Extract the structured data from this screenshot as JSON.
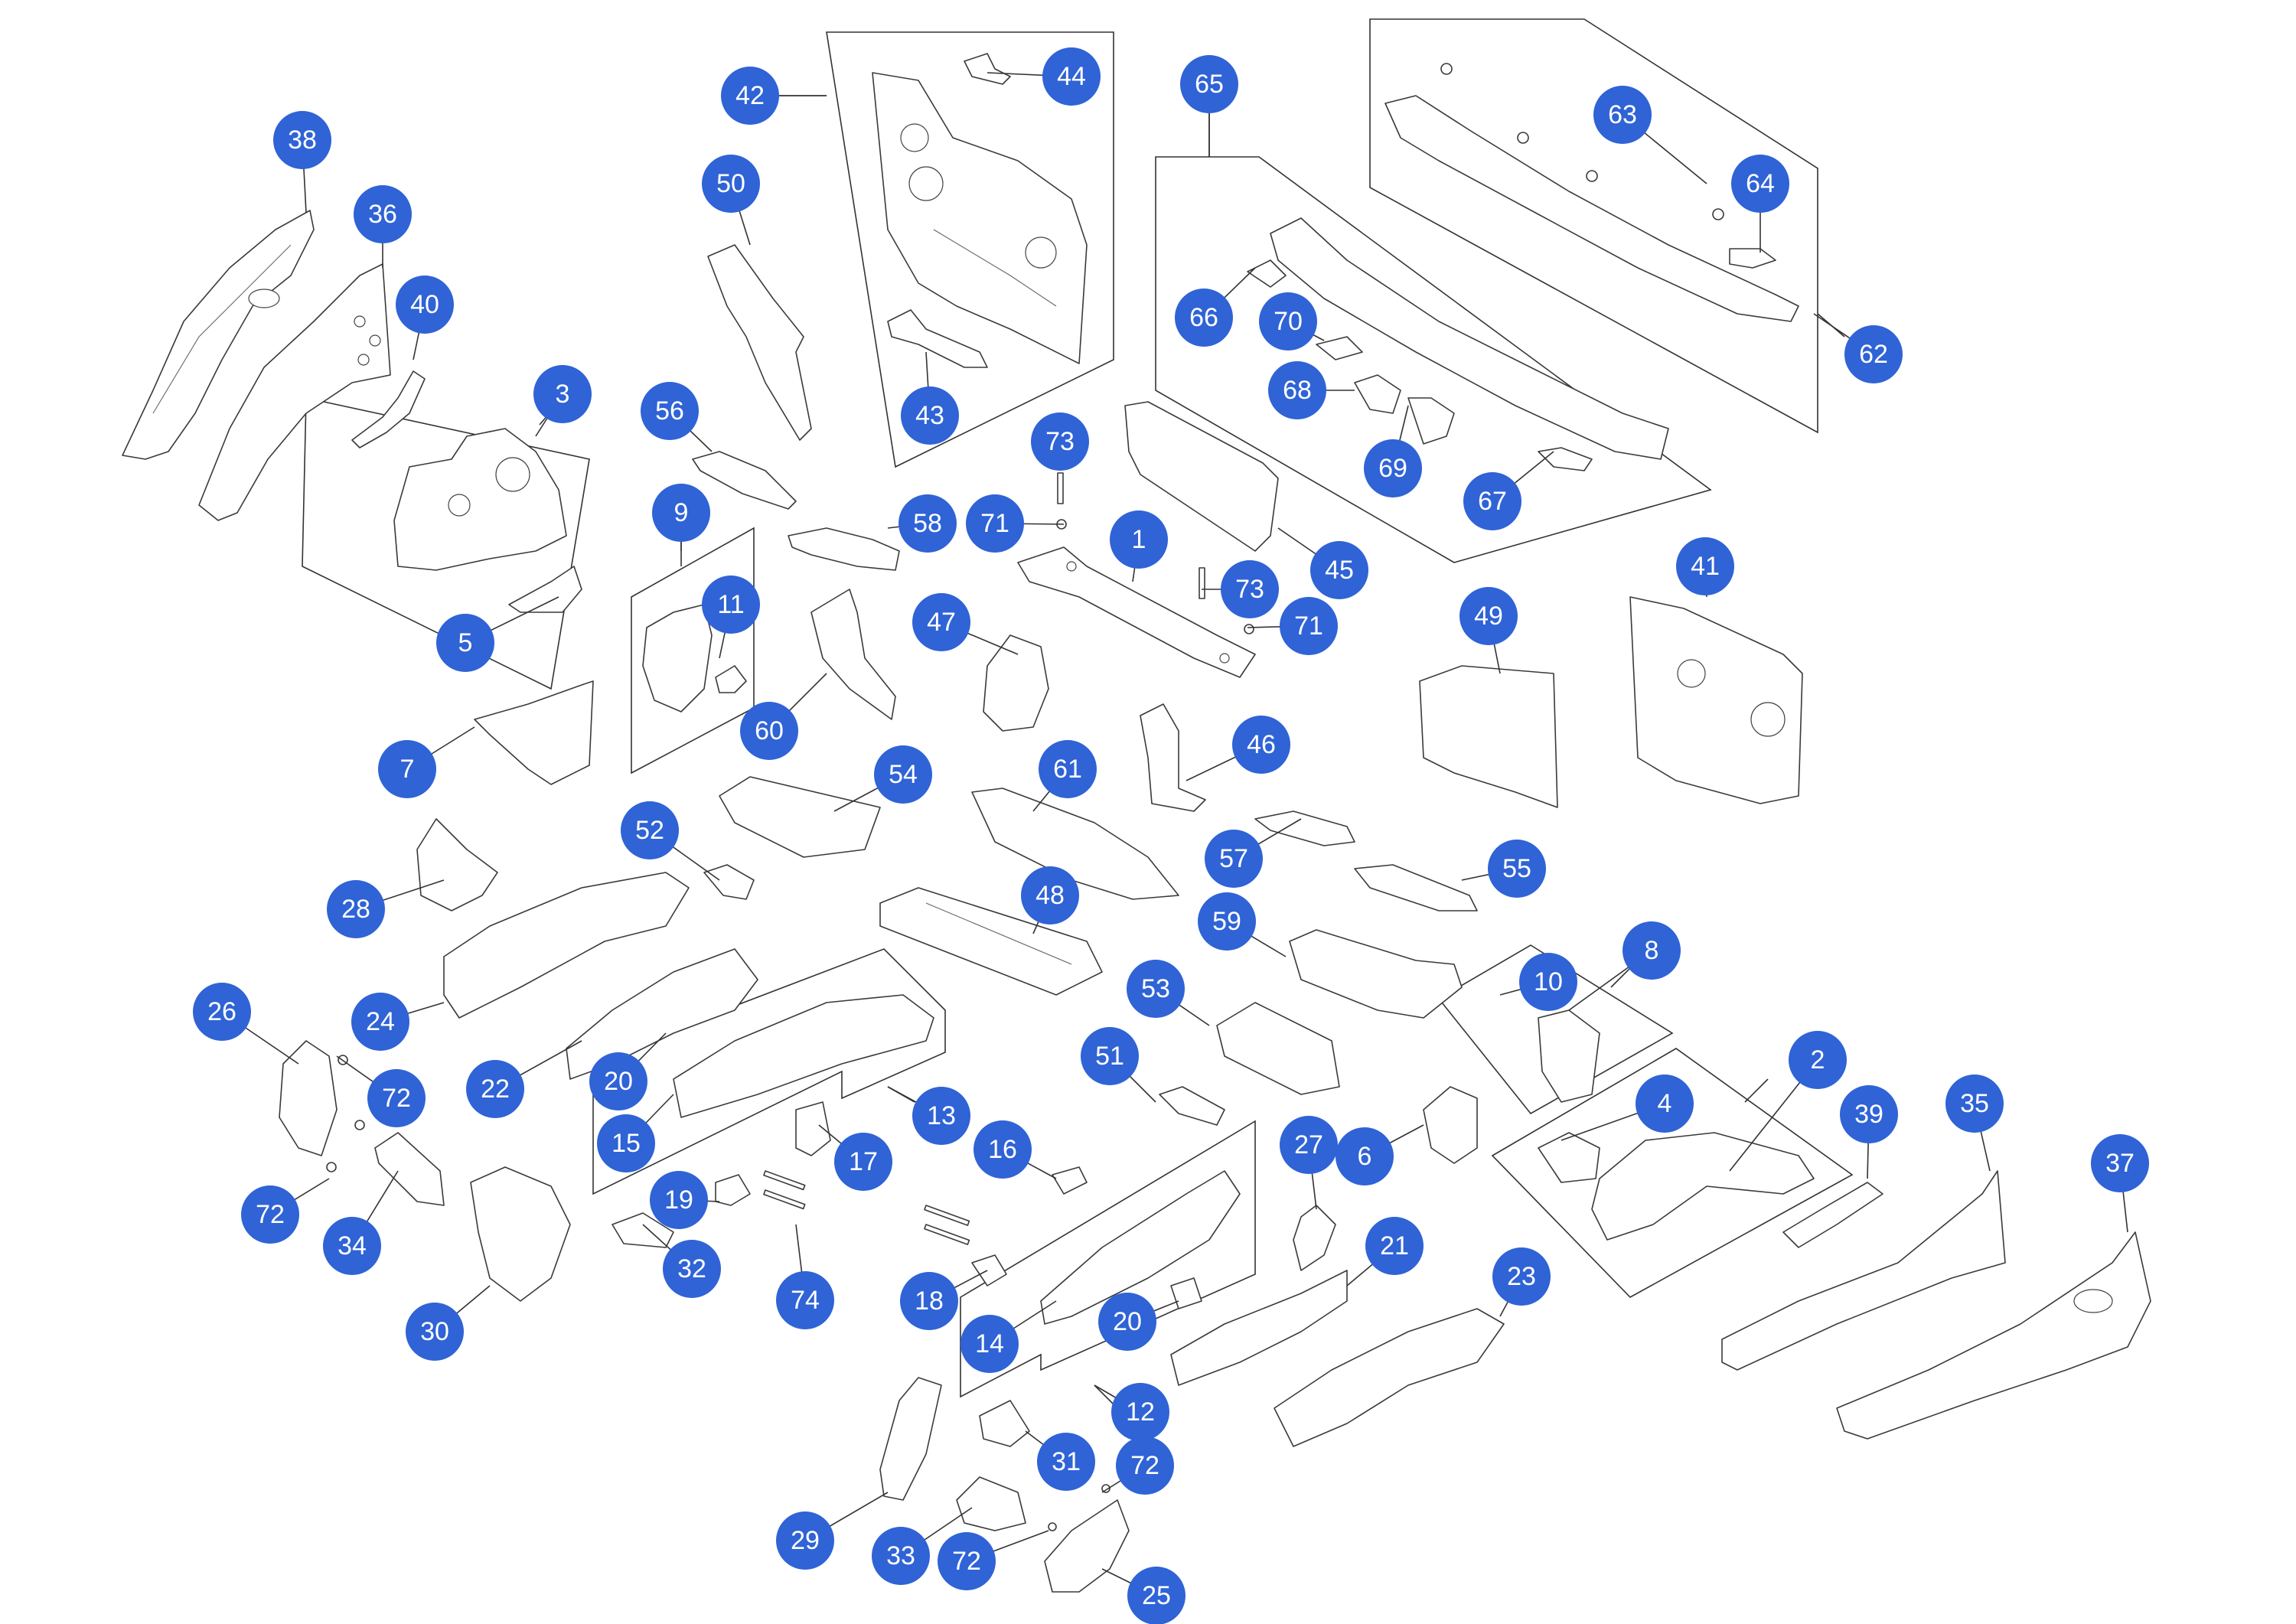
{
  "callouts": [
    {
      "label": "38",
      "to": [
        400,
        278
      ]
    },
    {
      "label": "36",
      "to": [
        500,
        350
      ]
    },
    {
      "label": "40",
      "to": [
        540,
        470
      ]
    },
    {
      "label": "3",
      "to": [
        700,
        570
      ]
    },
    {
      "label": "5",
      "to": [
        730,
        780
      ]
    },
    {
      "label": "7",
      "to": [
        620,
        950
      ]
    },
    {
      "label": "42",
      "to": [
        1080,
        125
      ]
    },
    {
      "label": "44",
      "to": [
        1290,
        95
      ]
    },
    {
      "label": "43",
      "to": [
        1210,
        460
      ]
    },
    {
      "label": "50",
      "to": [
        980,
        320
      ]
    },
    {
      "label": "56",
      "to": [
        930,
        590
      ]
    },
    {
      "label": "58",
      "to": [
        1160,
        690
      ]
    },
    {
      "label": "9",
      "to": [
        890,
        720
      ]
    },
    {
      "label": "11",
      "to": [
        940,
        860
      ]
    },
    {
      "label": "60",
      "to": [
        1080,
        880
      ]
    },
    {
      "label": "73",
      "to": [
        1385,
        615
      ]
    },
    {
      "label": "71",
      "to": [
        1390,
        685
      ]
    },
    {
      "label": "1",
      "to": [
        1480,
        760
      ]
    },
    {
      "label": "47",
      "to": [
        1330,
        855
      ]
    },
    {
      "label": "73",
      "to": [
        1570,
        770
      ]
    },
    {
      "label": "71",
      "to": [
        1630,
        820
      ]
    },
    {
      "label": "45",
      "to": [
        1670,
        690
      ]
    },
    {
      "label": "65",
      "to": [
        1580,
        205
      ]
    },
    {
      "label": "66",
      "to": [
        1640,
        350
      ]
    },
    {
      "label": "70",
      "to": [
        1730,
        445
      ]
    },
    {
      "label": "68",
      "to": [
        1770,
        510
      ]
    },
    {
      "label": "69",
      "to": [
        1840,
        530
      ]
    },
    {
      "label": "67",
      "to": [
        2030,
        590
      ]
    },
    {
      "label": "63",
      "to": [
        2230,
        240
      ]
    },
    {
      "label": "64",
      "to": [
        2300,
        330
      ]
    },
    {
      "label": "62",
      "to": [
        2370,
        410
      ]
    },
    {
      "label": "41",
      "to": [
        2230,
        780
      ]
    },
    {
      "label": "49",
      "to": [
        1960,
        880
      ]
    },
    {
      "label": "54",
      "to": [
        1090,
        1060
      ]
    },
    {
      "label": "61",
      "to": [
        1350,
        1060
      ]
    },
    {
      "label": "46",
      "to": [
        1550,
        1020
      ]
    },
    {
      "label": "57",
      "to": [
        1700,
        1070
      ]
    },
    {
      "label": "55",
      "to": [
        1910,
        1150
      ]
    },
    {
      "label": "52",
      "to": [
        940,
        1150
      ]
    },
    {
      "label": "28",
      "to": [
        580,
        1150
      ]
    },
    {
      "label": "24",
      "to": [
        580,
        1310
      ]
    },
    {
      "label": "48",
      "to": [
        1350,
        1220
      ]
    },
    {
      "label": "59",
      "to": [
        1680,
        1250
      ]
    },
    {
      "label": "53",
      "to": [
        1580,
        1340
      ]
    },
    {
      "label": "51",
      "to": [
        1510,
        1440
      ]
    },
    {
      "label": "8",
      "to": [
        2050,
        1320
      ]
    },
    {
      "label": "10",
      "to": [
        1960,
        1300
      ]
    },
    {
      "label": "26",
      "to": [
        390,
        1390
      ]
    },
    {
      "label": "22",
      "to": [
        760,
        1360
      ]
    },
    {
      "label": "20",
      "to": [
        870,
        1350
      ]
    },
    {
      "label": "15",
      "to": [
        880,
        1430
      ]
    },
    {
      "label": "13",
      "to": [
        1160,
        1420
      ]
    },
    {
      "label": "72",
      "to": [
        440,
        1380
      ]
    },
    {
      "label": "72",
      "to": [
        430,
        1540
      ]
    },
    {
      "label": "34",
      "to": [
        520,
        1530
      ]
    },
    {
      "label": "17",
      "to": [
        1070,
        1470
      ]
    },
    {
      "label": "16",
      "to": [
        1380,
        1540
      ]
    },
    {
      "label": "2",
      "to": [
        2260,
        1530
      ]
    },
    {
      "label": "4",
      "to": [
        2040,
        1490
      ]
    },
    {
      "label": "39",
      "to": [
        2440,
        1540
      ]
    },
    {
      "label": "35",
      "to": [
        2600,
        1530
      ]
    },
    {
      "label": "37",
      "to": [
        2780,
        1610
      ]
    },
    {
      "label": "27",
      "to": [
        1720,
        1580
      ]
    },
    {
      "label": "6",
      "to": [
        1860,
        1470
      ]
    },
    {
      "label": "19",
      "to": [
        940,
        1570
      ]
    },
    {
      "label": "32",
      "to": [
        840,
        1600
      ]
    },
    {
      "label": "30",
      "to": [
        640,
        1680
      ]
    },
    {
      "label": "74",
      "to": [
        1040,
        1600
      ]
    },
    {
      "label": "18",
      "to": [
        1290,
        1660
      ]
    },
    {
      "label": "14",
      "to": [
        1380,
        1700
      ]
    },
    {
      "label": "20",
      "to": [
        1540,
        1700
      ]
    },
    {
      "label": "21",
      "to": [
        1760,
        1680
      ]
    },
    {
      "label": "23",
      "to": [
        1960,
        1720
      ]
    },
    {
      "label": "12",
      "to": [
        1430,
        1810
      ]
    },
    {
      "label": "31",
      "to": [
        1340,
        1870
      ]
    },
    {
      "label": "72",
      "to": [
        1440,
        1950
      ]
    },
    {
      "label": "29",
      "to": [
        1160,
        1950
      ]
    },
    {
      "label": "33",
      "to": [
        1270,
        1970
      ]
    },
    {
      "label": "72",
      "to": [
        1370,
        2000
      ]
    },
    {
      "label": "25",
      "to": [
        1440,
        2050
      ]
    }
  ]
}
